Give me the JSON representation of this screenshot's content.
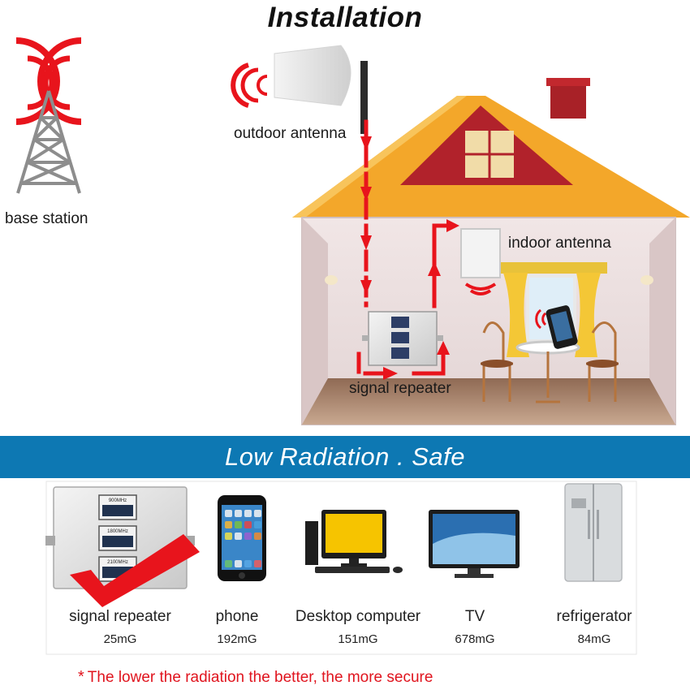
{
  "title": "Installation",
  "labels": {
    "base_station": "base station",
    "outdoor_antenna": "outdoor antenna",
    "indoor_antenna": "indoor antenna",
    "signal_repeater": "signal repeater"
  },
  "banner": "Low Radiation . Safe",
  "devices": [
    {
      "name": "signal repeater",
      "value": "25mG",
      "icon": "repeater-icon"
    },
    {
      "name": "phone",
      "value": "192mG",
      "icon": "phone-icon"
    },
    {
      "name": "Desktop computer",
      "value": "151mG",
      "icon": "desktop-computer-icon"
    },
    {
      "name": "TV",
      "value": "678mG",
      "icon": "tv-icon"
    },
    {
      "name": "refrigerator",
      "value": "84mG",
      "icon": "refrigerator-icon"
    }
  ],
  "repeater_bands": [
    "900MHz",
    "1800MHz",
    "2100MHz"
  ],
  "footnote": {
    "star": "*",
    "text": "The lower the radiation the better, the more secure"
  },
  "colors": {
    "signal": "#e8141c",
    "roof": "#f3a72a",
    "gable": "#b1222b",
    "banner": "#0d78b3",
    "wall": "#e9dede",
    "floor": "#b48f73"
  }
}
